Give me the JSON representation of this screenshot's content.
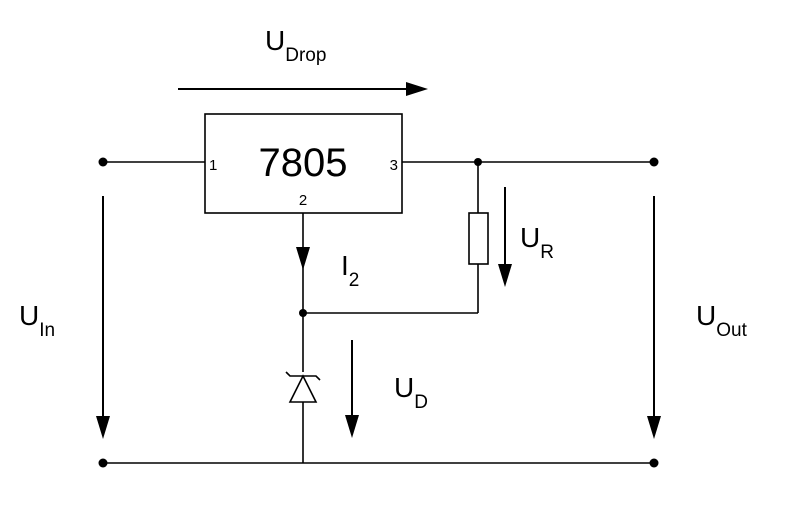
{
  "ic": {
    "part_number": "7805",
    "pin1": "1",
    "pin2": "2",
    "pin3": "3"
  },
  "labels": {
    "u_drop": {
      "main": "U",
      "sub": "Drop"
    },
    "u_in": {
      "main": "U",
      "sub": "In"
    },
    "u_out": {
      "main": "U",
      "sub": "Out"
    },
    "u_r": {
      "main": "U",
      "sub": "R"
    },
    "u_d": {
      "main": "U",
      "sub": "D"
    },
    "i_2": {
      "main": "I",
      "sub": "2"
    }
  },
  "colors": {
    "line": "#000000",
    "background": "#ffffff"
  }
}
